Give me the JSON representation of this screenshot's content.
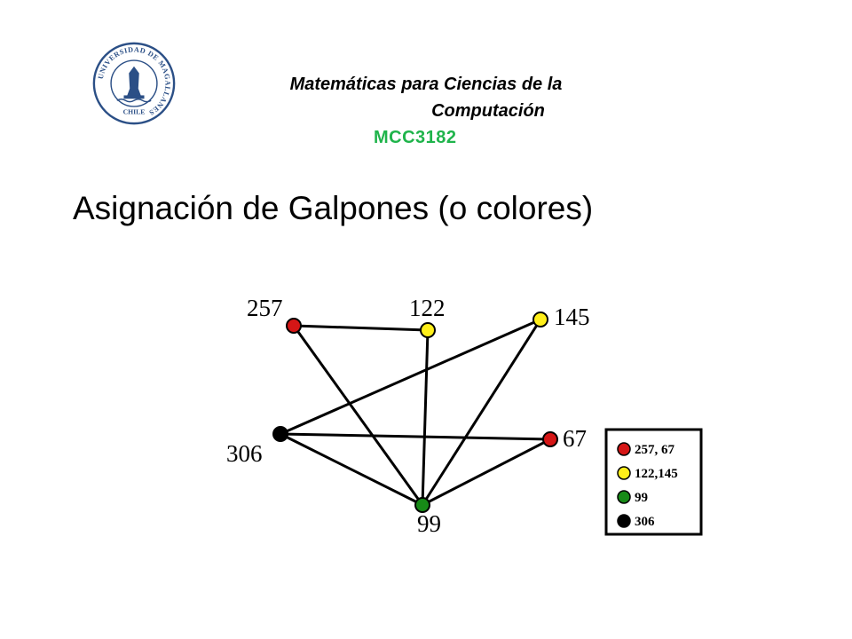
{
  "header": {
    "logo": {
      "ring_text": "UNIVERSIDAD DE MAGALLANES",
      "country_text": "CHILE",
      "color": "#2b4f86"
    },
    "course_title_line1": "Matemáticas para Ciencias de la",
    "course_title_line2": "Computación",
    "course_code": "MCC3182",
    "course_code_color": "#1fb44b"
  },
  "slide": {
    "title": "Asignación de Galpones (o colores)"
  },
  "colors": {
    "red": "#d51616",
    "yellow": "#ffef1a",
    "green": "#178a17",
    "black": "#000000"
  },
  "graph": {
    "nodes": [
      {
        "id": "257",
        "label": "257",
        "color": "red"
      },
      {
        "id": "122",
        "label": "122",
        "color": "yellow"
      },
      {
        "id": "145",
        "label": "145",
        "color": "yellow"
      },
      {
        "id": "306",
        "label": "306",
        "color": "black"
      },
      {
        "id": "67",
        "label": "67",
        "color": "red"
      },
      {
        "id": "99",
        "label": "99",
        "color": "green"
      }
    ],
    "edges": [
      [
        "257",
        "122"
      ],
      [
        "257",
        "99"
      ],
      [
        "122",
        "99"
      ],
      [
        "145",
        "306"
      ],
      [
        "145",
        "99"
      ],
      [
        "306",
        "67"
      ],
      [
        "306",
        "99"
      ],
      [
        "67",
        "99"
      ]
    ]
  },
  "legend": {
    "items": [
      {
        "color": "red",
        "label": "257, 67"
      },
      {
        "color": "yellow",
        "label": "122,145"
      },
      {
        "color": "green",
        "label": "99"
      },
      {
        "color": "black",
        "label": "306"
      }
    ]
  }
}
